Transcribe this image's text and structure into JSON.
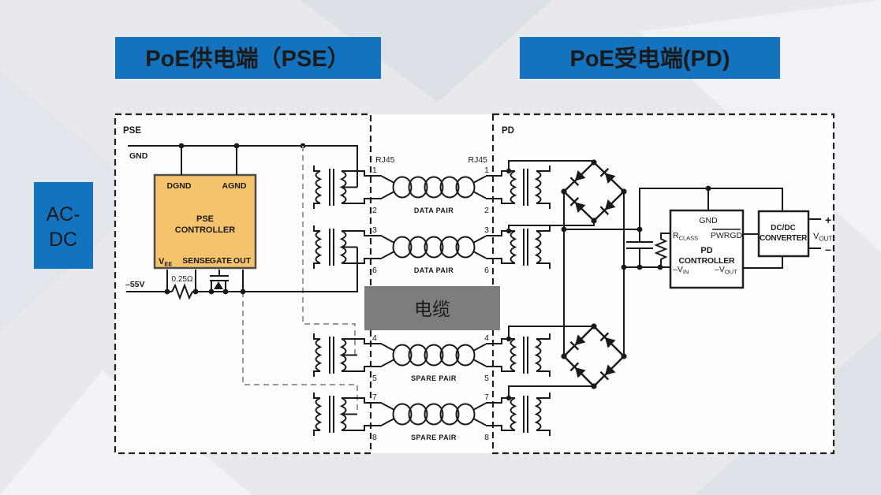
{
  "headers": {
    "pse": "PoE供电端（PSE）",
    "pd": "PoE受电端(PD)"
  },
  "acdc": {
    "line1": "AC-",
    "line2": "DC"
  },
  "cable_label": "电缆",
  "colors": {
    "accent_blue": "#1373be",
    "cable_gray": "#7d7d7d",
    "controller_yellow": "#f4c36b"
  },
  "pse_section": {
    "box_label": "PSE",
    "gnd": "GND",
    "dgnd": "DGND",
    "agnd": "AGND",
    "controller_line1": "PSE",
    "controller_line2": "CONTROLLER",
    "vee_main": "V",
    "vee_sub": "EE",
    "sense": "SENSE",
    "gate": "GATE",
    "out": "OUT",
    "neg55": "–55V",
    "sense_res": "0.25Ω"
  },
  "cable_section": {
    "rj45_left": "RJ45",
    "rj45_right": "RJ45",
    "data_pair": "DATA PAIR",
    "spare_pair": "SPARE PAIR",
    "pins_left": [
      "1",
      "2",
      "3",
      "6",
      "4",
      "5",
      "7",
      "8"
    ],
    "pins_right": [
      "1",
      "2",
      "3",
      "6",
      "4",
      "5",
      "7",
      "8"
    ]
  },
  "pd_section": {
    "box_label": "PD",
    "gnd": "GND",
    "rclass_main": "R",
    "rclass_sub": "CLASS",
    "pwrgd": "PWRGD",
    "controller_line1": "PD",
    "controller_line2": "CONTROLLER",
    "vin_main": "–V",
    "vin_sub": "IN",
    "vout_main": "–V",
    "vout_sub": "OUT",
    "dcdc_line1": "DC/DC",
    "dcdc_line2": "CONVERTER",
    "plus": "+",
    "minus": "–",
    "vout_out_main": "V",
    "vout_out_sub": "OUT"
  }
}
